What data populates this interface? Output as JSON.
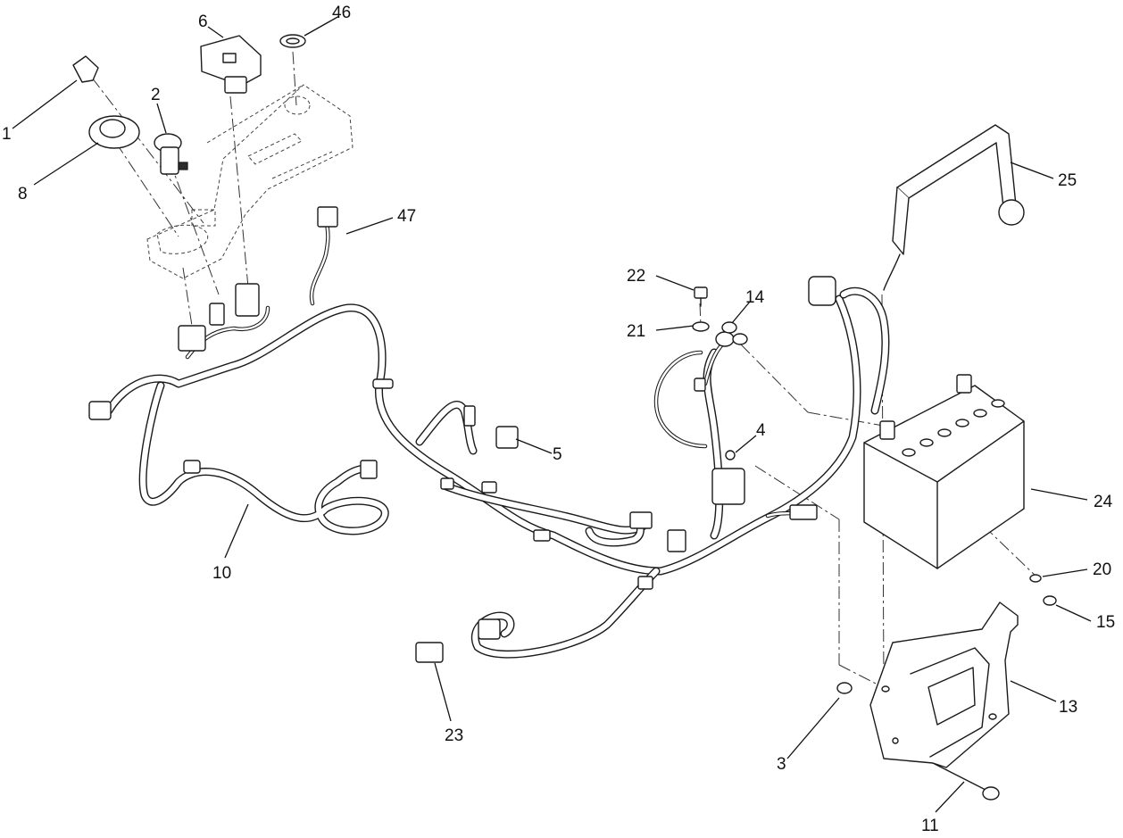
{
  "callouts": [
    {
      "id": "1",
      "label": "1"
    },
    {
      "id": "2",
      "label": "2"
    },
    {
      "id": "3",
      "label": "3"
    },
    {
      "id": "4",
      "label": "4"
    },
    {
      "id": "5",
      "label": "5"
    },
    {
      "id": "6",
      "label": "6"
    },
    {
      "id": "8",
      "label": "8"
    },
    {
      "id": "10",
      "label": "10"
    },
    {
      "id": "11",
      "label": "11"
    },
    {
      "id": "13",
      "label": "13"
    },
    {
      "id": "14",
      "label": "14"
    },
    {
      "id": "15",
      "label": "15"
    },
    {
      "id": "20",
      "label": "20"
    },
    {
      "id": "21",
      "label": "21"
    },
    {
      "id": "22",
      "label": "22"
    },
    {
      "id": "23",
      "label": "23"
    },
    {
      "id": "24",
      "label": "24"
    },
    {
      "id": "25",
      "label": "25"
    },
    {
      "id": "46",
      "label": "46"
    },
    {
      "id": "47",
      "label": "47"
    }
  ]
}
